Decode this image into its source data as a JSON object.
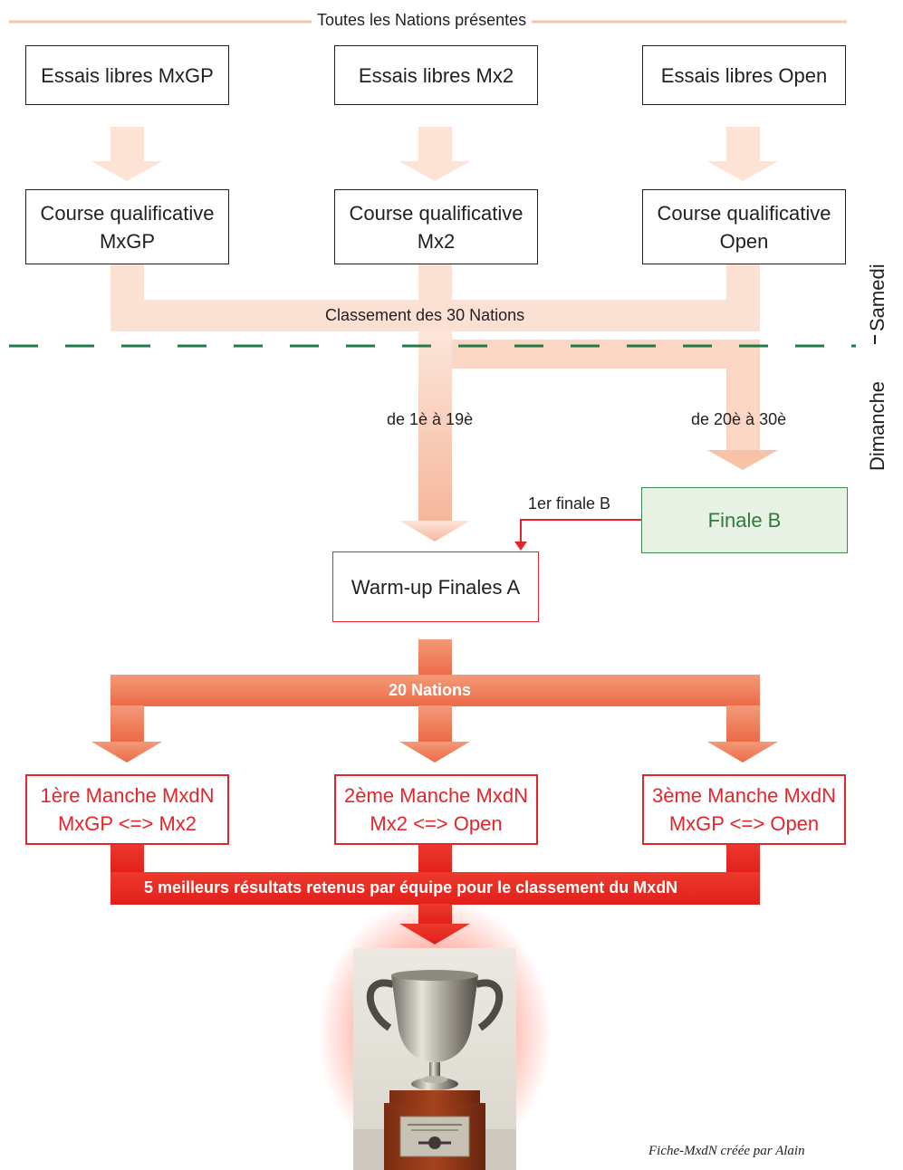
{
  "header": {
    "label": "Toutes les Nations présentes"
  },
  "essais": [
    {
      "label": "Essais libres MxGP"
    },
    {
      "label": "Essais libres Mx2"
    },
    {
      "label": "Essais libres Open"
    }
  ],
  "qualif": [
    {
      "line1": "Course qualificative",
      "line2": "MxGP"
    },
    {
      "line1": "Course qualificative",
      "line2": "Mx2"
    },
    {
      "line1": "Course qualificative",
      "line2": "Open"
    }
  ],
  "classement": "Classement des 30 Nations",
  "days": {
    "saturday": "Samedi",
    "sunday": "Dimanche"
  },
  "split": {
    "top": "de 1è à 19è",
    "bottom": "de 20è à 30è"
  },
  "finale_b": {
    "label": "Finale B",
    "arrow_label": "1er finale B"
  },
  "warmup": {
    "label": "Warm-up Finales A"
  },
  "nations": "20 Nations",
  "manches": [
    {
      "line1": "1ère Manche MxdN",
      "line2": "MxGP <=> Mx2"
    },
    {
      "line1": "2ème Manche MxdN",
      "line2": "Mx2 <=> Open"
    },
    {
      "line1": "3ème Manche MxdN",
      "line2": "MxGP <=> Open"
    }
  ],
  "result": "5 meilleurs résultats retenus par équipe pour le classement du MxdN",
  "credit": "Fiche-MxdN créée par Alain",
  "colors": {
    "pale": "#fbe0d2",
    "orange": "#f08a64",
    "red": "#e42a22",
    "green": "#2f7a3f"
  }
}
